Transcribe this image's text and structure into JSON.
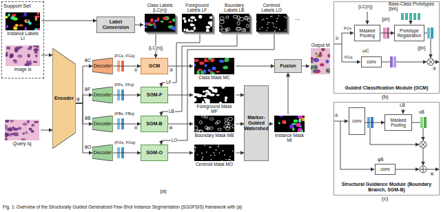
{
  "diagram": {
    "caption": "Fig. 1: Overview of the Structurally Guided Generalized Few-Shot Instance Segmentation (SGGFSIS) framework with (a)",
    "nodes": [
      {
        "text": [
          "Support Set"
        ]
      },
      {
        "text": [
          "Instance Labels LI"
        ],
        "in": 0
      },
      {
        "text": [
          "Image Is"
        ],
        "in": 0
      },
      {
        "text": [
          "Query Iq"
        ]
      },
      {
        "text": [
          "Encoder"
        ]
      },
      {
        "text": [
          "Label Conversion"
        ]
      },
      {
        "text": [
          "Class Labels {LC(n)}"
        ]
      },
      {
        "text": [
          "Foreground Labels LF"
        ]
      },
      {
        "text": [
          "Boundary Labels LB"
        ]
      },
      {
        "text": [
          "Centroid Labels LO"
        ]
      },
      {
        "text": [
          "Decoder"
        ]
      },
      {
        "text": [
          "Decoder"
        ]
      },
      {
        "text": [
          "Decoder"
        ]
      },
      {
        "text": [
          "Decoder"
        ]
      },
      {
        "text": [
          "GCM"
        ]
      },
      {
        "text": [
          "SGM-F"
        ]
      },
      {
        "text": [
          "SGM-B"
        ]
      },
      {
        "text": [
          "SGM-O"
        ]
      },
      {
        "text": [
          "Class Mask MC"
        ]
      },
      {
        "text": [
          "Foreground Mask MF"
        ]
      },
      {
        "text": [
          "Boundary Mask MB"
        ]
      },
      {
        "text": [
          "Centroid Mask MO"
        ]
      },
      {
        "text": [
          "Marker-Guided Watershed"
        ]
      },
      {
        "text": [
          "Instance Mask MI"
        ]
      },
      {
        "text": [
          "Fusion"
        ]
      },
      {
        "text": [
          "Output M"
        ]
      },
      {
        "text": [
          "Guided Classification Module (GCM)"
        ]
      },
      {
        "text": [
          "Masked Pooling"
        ],
        "in": 26
      },
      {
        "text": [
          "Prototype Registration"
        ],
        "in": 26
      },
      {
        "text": [
          "conv"
        ],
        "in": 26
      },
      {
        "text": [
          "Structural Guidance Module (Boundary Branch, SGM-B)"
        ]
      },
      {
        "text": [
          "conv"
        ],
        "in": 30
      },
      {
        "text": [
          "Masked Pooling"
        ],
        "in": 30
      },
      {
        "text": [
          "conv"
        ],
        "in": 30
      }
    ],
    "edges": [
      {
        "from": 1,
        "to": 5,
        "arrow": "to"
      },
      {
        "from": 5,
        "to": 6,
        "arrow": "to"
      },
      {
        "from": 2,
        "to": 4,
        "arrow": "to"
      },
      {
        "from": 3,
        "to": 4,
        "arrow": "to"
      },
      {
        "from": 4,
        "to": 10,
        "arrow": "to"
      },
      {
        "from": 4,
        "to": 11,
        "arrow": "to"
      },
      {
        "from": 4,
        "to": 12,
        "arrow": "to"
      },
      {
        "from": 4,
        "to": 13,
        "arrow": "to"
      },
      {
        "from": 10,
        "to": 14,
        "arrow": "to"
      },
      {
        "from": 11,
        "to": 15,
        "arrow": "to"
      },
      {
        "from": 12,
        "to": 16,
        "arrow": "to"
      },
      {
        "from": 13,
        "to": 17,
        "arrow": "to"
      },
      {
        "from": 6,
        "to": 14,
        "arrow": "to",
        "label": "{LC(n)}"
      },
      {
        "from": 7,
        "to": 15,
        "arrow": "to",
        "label": "LF"
      },
      {
        "from": 8,
        "to": 16,
        "arrow": "to",
        "label": "LB"
      },
      {
        "from": 9,
        "to": 17,
        "arrow": "to",
        "label": "LO"
      },
      {
        "from": 14,
        "to": 18,
        "arrow": "to"
      },
      {
        "from": 15,
        "to": 19,
        "arrow": "to"
      },
      {
        "from": 16,
        "to": 20,
        "arrow": "to"
      },
      {
        "from": 17,
        "to": 21,
        "arrow": "to"
      },
      {
        "from": 19,
        "to": 22,
        "arrow": "to"
      },
      {
        "from": 20,
        "to": 22,
        "arrow": "to"
      },
      {
        "from": 21,
        "to": 22,
        "arrow": "to"
      },
      {
        "from": 22,
        "to": 23,
        "arrow": "to"
      },
      {
        "from": 18,
        "to": 24,
        "arrow": "to"
      },
      {
        "from": 23,
        "to": 24,
        "arrow": "to"
      },
      {
        "from": 24,
        "to": 25,
        "arrow": "to"
      },
      {
        "from": 27,
        "to": 28,
        "arrow": "to"
      },
      {
        "from": 31,
        "to": 32,
        "arrow": "to"
      }
    ],
    "labels": [
      "φ",
      "θC",
      "θF",
      "θB",
      "θO",
      "{FCs, FCq}",
      "{FFs, FFq}",
      "{FBs, FBq}",
      "{FOs, FOq}",
      "①",
      "③",
      "④",
      "⑥",
      "...",
      "(a)",
      "Base-Class Prototypes {bm}",
      "{LC(n)}",
      "FCs",
      "FCq",
      "{pn}",
      "{p̂n}",
      "ωC",
      "①",
      "③",
      "(b)",
      "LB",
      "uB",
      "φB",
      "④",
      "⑥",
      "(c)"
    ]
  }
}
